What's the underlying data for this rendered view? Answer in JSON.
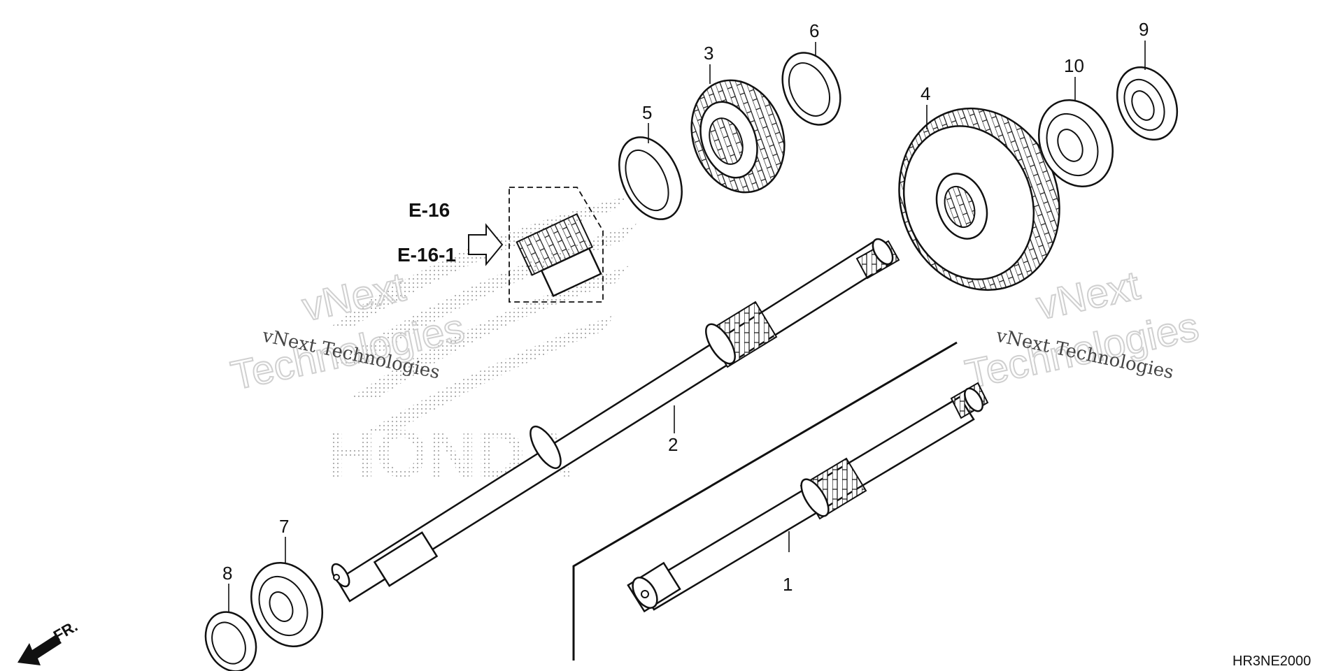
{
  "callouts": {
    "p1": "1",
    "p2": "2",
    "p3": "3",
    "p4": "4",
    "p5": "5",
    "p6": "6",
    "p7": "7",
    "p8": "8",
    "p9": "9",
    "p10": "10"
  },
  "reference": {
    "line1": "E-16",
    "line2": "E-16-1"
  },
  "direction_label": "FR.",
  "diagram_code": "HR3NE2000",
  "watermark": {
    "mono": "vNext Technologies",
    "big_line1": "vNext",
    "big_line2": "Technologies",
    "logo_text": "HONDA"
  }
}
